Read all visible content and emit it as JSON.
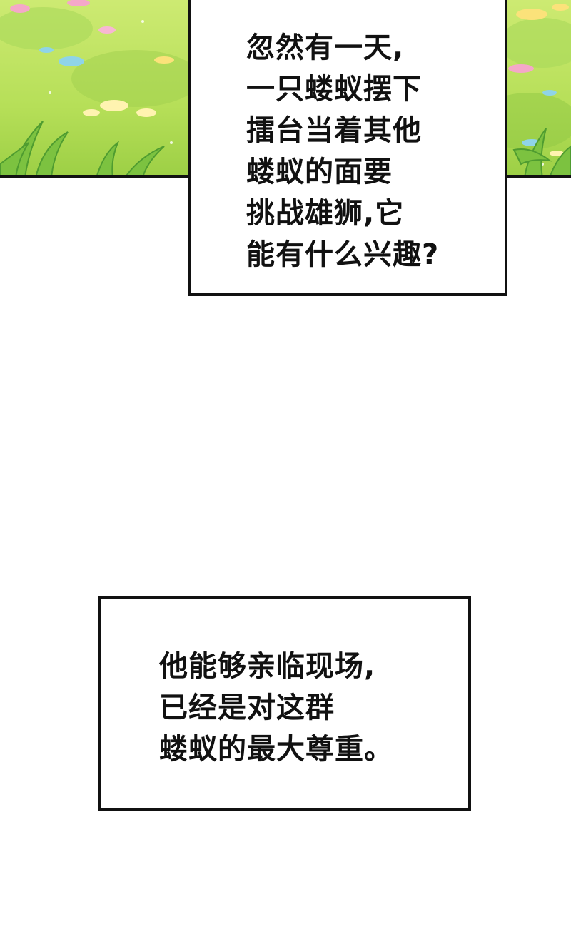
{
  "panels": {
    "top_scene": {
      "description_icon": "grass-meadow-illustration"
    }
  },
  "captions": [
    {
      "lines": [
        "忽然有一天,",
        "一只蝼蚁摆下",
        "擂台当着其他",
        "蝼蚁的面要",
        "挑战雄狮,它",
        "能有什么兴趣?"
      ]
    },
    {
      "lines": [
        "他能够亲临现场,",
        "已经是对这群",
        "蝼蚁的最大尊重。"
      ]
    }
  ],
  "colors": {
    "grass_light": "#c8e86a",
    "grass_mid": "#a6d64a",
    "grass_dark": "#5fae3a",
    "border": "#111111",
    "background": "#ffffff"
  }
}
